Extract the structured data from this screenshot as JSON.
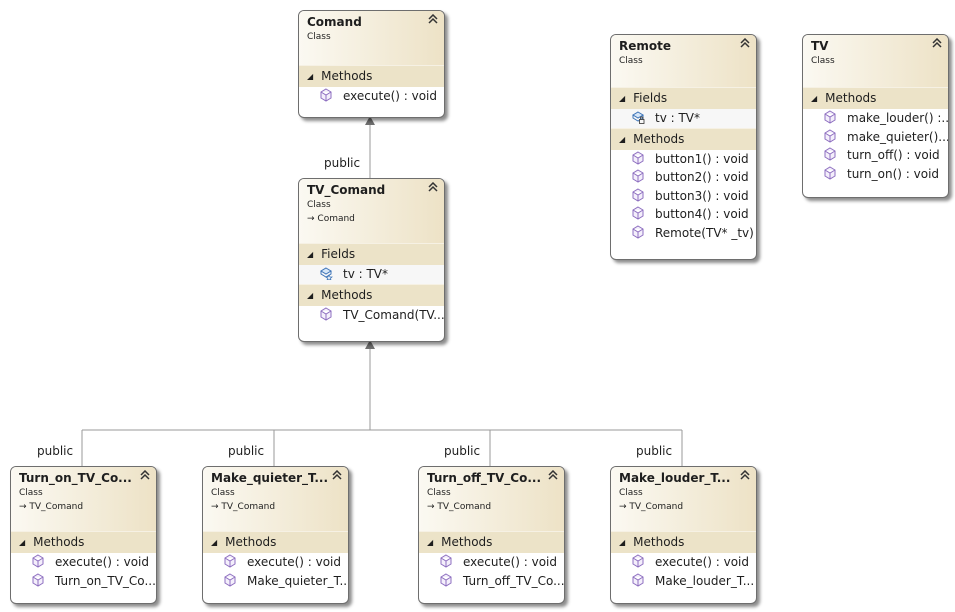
{
  "colors": {
    "header_gradient_start": "#fbf9f2",
    "header_gradient_end": "#ede2c6",
    "section_band": "#ece3c8",
    "border": "#6e6e6e",
    "method_icon": "#8e6fc0",
    "field_icon": "#3d74b8",
    "connector": "#9a9a9a",
    "arrow_head": "#6e6e6e"
  },
  "icons": {
    "collapse": "double-chevron-up-icon",
    "section_expander": "filled-triangle-icon",
    "method": "purple-cube-icon",
    "field": "blue-field-icon",
    "inherits": "arrow-right-icon"
  },
  "classes": {
    "comand": {
      "name": "Comand",
      "kind": "Class",
      "methods_label": "Methods",
      "methods": [
        "execute() : void"
      ]
    },
    "tv_comand": {
      "name": "TV_Comand",
      "kind": "Class",
      "base": "Comand",
      "fields_label": "Fields",
      "fields": [
        "tv : TV*"
      ],
      "methods_label": "Methods",
      "methods": [
        "TV_Comand(TV..."
      ]
    },
    "remote": {
      "name": "Remote",
      "kind": "Class",
      "fields_label": "Fields",
      "fields": [
        "tv : TV*"
      ],
      "methods_label": "Methods",
      "methods": [
        "button1() : void",
        "button2() : void",
        "button3() : void",
        "button4() : void",
        "Remote(TV* _tv)"
      ]
    },
    "tv": {
      "name": "TV",
      "kind": "Class",
      "methods_label": "Methods",
      "methods": [
        "make_louder()  :...",
        "make_quieter()...",
        "turn_off() : void",
        "turn_on() : void"
      ]
    },
    "turn_on": {
      "name": "Turn_on_TV_Co...",
      "kind": "Class",
      "base": "TV_Comand",
      "methods_label": "Methods",
      "methods": [
        "execute() : void",
        "Turn_on_TV_Co..."
      ]
    },
    "make_quieter": {
      "name": "Make_quieter_T...",
      "kind": "Class",
      "base": "TV_Comand",
      "methods_label": "Methods",
      "methods": [
        "execute() : void",
        "Make_quieter_T..."
      ]
    },
    "turn_off": {
      "name": "Turn_off_TV_Co...",
      "kind": "Class",
      "base": "TV_Comand",
      "methods_label": "Methods",
      "methods": [
        "execute() : void",
        "Turn_off_TV_Co..."
      ]
    },
    "make_louder": {
      "name": "Make_louder_T...",
      "kind": "Class",
      "base": "TV_Comand",
      "methods_label": "Methods",
      "methods": [
        "execute() : void",
        "Make_louder_T..."
      ]
    }
  },
  "edges": {
    "tv_comand_to_comand": "public",
    "turn_on_to_tv_comand": "public",
    "make_quieter_to_tv_comand": "public",
    "turn_off_to_tv_comand": "public",
    "make_louder_to_tv_comand": "public"
  }
}
